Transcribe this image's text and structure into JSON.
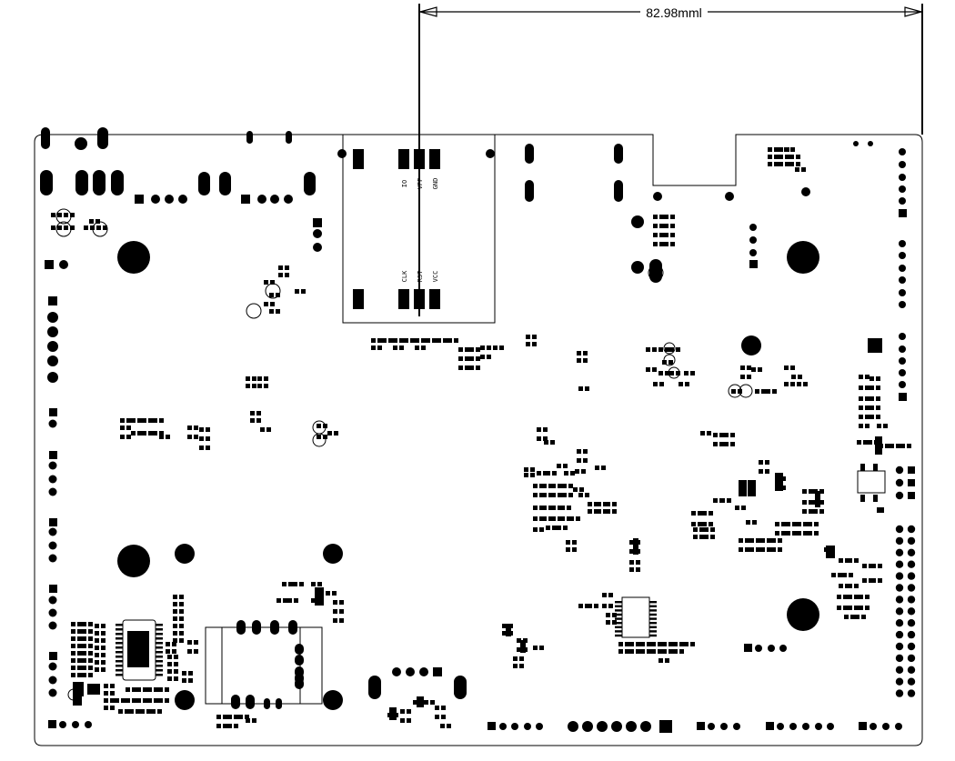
{
  "dimension": {
    "label": "82.98mml"
  },
  "connector": {
    "pin_labels_top": [
      "IO",
      "VPP",
      "GND"
    ],
    "pin_labels_bottom": [
      "CLK",
      "RST",
      "VCC"
    ]
  }
}
